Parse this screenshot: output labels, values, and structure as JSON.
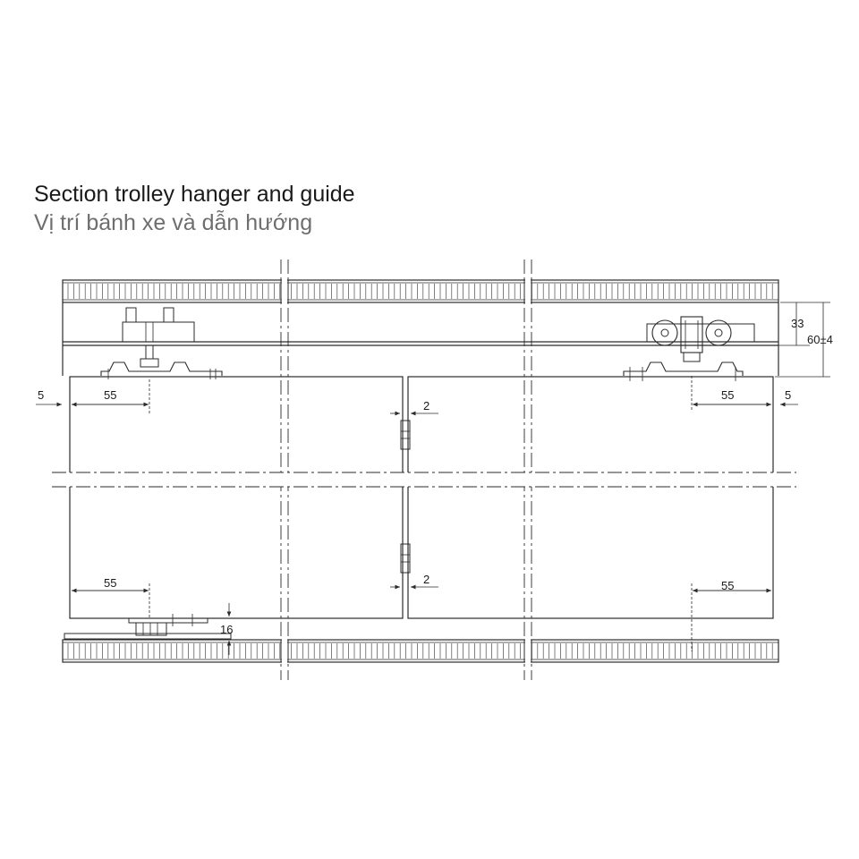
{
  "title": "Section trolley hanger and guide",
  "subtitle": "Vị trí bánh xe và dẫn hướng",
  "dimensions": {
    "gap_left": "5",
    "gap_right": "5",
    "top_left_offset": "55",
    "top_right_offset": "55",
    "bottom_left_offset": "55",
    "bottom_right_offset": "55",
    "center_gap_top": "2",
    "center_gap_bottom": "2",
    "track_height": "33",
    "total_height": "60±4",
    "guide_clearance": "16"
  }
}
